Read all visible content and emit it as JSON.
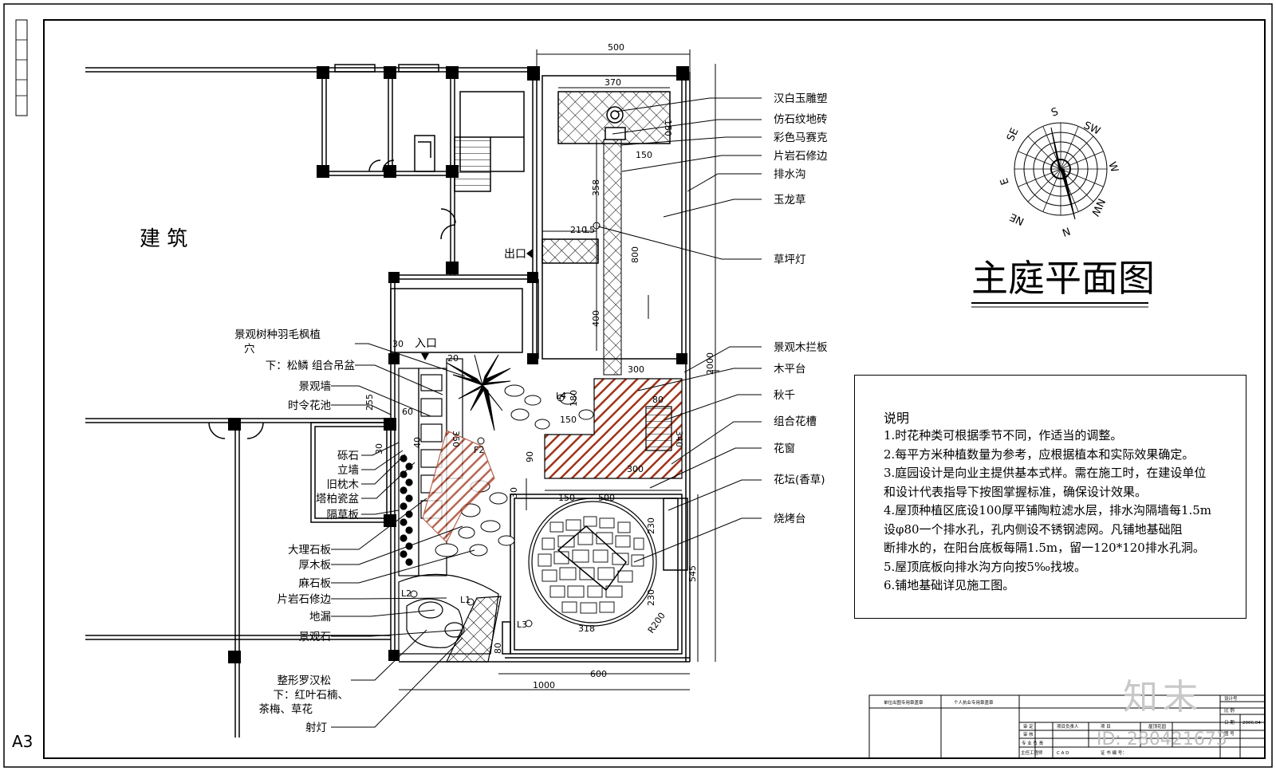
{
  "title": "主庭平面图",
  "building_label": "建  筑",
  "entrance": "入口",
  "exit": "出口",
  "sheet_size": "A3",
  "callouts_right": [
    "汉白玉雕塑",
    "仿石纹地砖",
    "彩色马赛克",
    "片岩石修边",
    "排水沟",
    "玉龙草",
    "草坪灯",
    "景观木拦板",
    "木平台",
    "秋千",
    "组合花槽",
    "花窗",
    "花坛(香草)",
    "烧烤台"
  ],
  "callouts_left": [
    "景观树种羽毛枫植",
    "穴",
    "下：松鳞    组合吊盆",
    "景观墙",
    "时令花池",
    "砾石",
    "立墙",
    "旧枕木",
    "塔柏瓷盆",
    "隔草板",
    "大理石板",
    "厚木板",
    "麻石板",
    "片岩石修边",
    "地漏",
    "景观石",
    "整形罗汉松",
    "下：红叶石楠、",
    "茶梅、草花",
    "射灯"
  ],
  "dimensions": [
    "500",
    "370",
    "150",
    "150",
    "358",
    "210",
    "800",
    "400",
    "2000",
    "300",
    "80",
    "340",
    "300",
    "150",
    "150",
    "500",
    "30",
    "90",
    "230",
    "230",
    "545",
    "R200",
    "318",
    "80",
    "600",
    "1000",
    "30",
    "255",
    "20",
    "30",
    "60",
    "40",
    "350",
    "180",
    "L5",
    "L4",
    "L2",
    "L3",
    "L1",
    "F1",
    "F2"
  ],
  "compass": [
    "S",
    "SW",
    "W",
    "NW",
    "N",
    "NE",
    "E",
    "SE"
  ],
  "notes": {
    "heading": "说明",
    "items": [
      "1.时花种类可根据季节不同，作适当的调整。",
      "2.每平方米种植数量为参考，应根据植本和实际效果确定。",
      "3.庭园设计是向业主提供基本式样。需在施工时，在建设单位",
      "   和设计代表指导下按图掌握标准，确保设计效果。",
      "4.屋顶种植区底设100厚平铺陶粒滤水层，排水沟隔墙每1.5m",
      "   设φ80一个排水孔，孔内侧设不锈钢滤网。凡铺地基础阻",
      "   断排水的，在阳台底板每隔1.5m，留一120*120排水孔洞。",
      "5.屋顶底板向排水沟方向按5‰找坡。",
      "6.铺地基础详见施工图。"
    ]
  },
  "title_block": {
    "c1": "单位出图专用章盖章",
    "c2": "个人执业专用章盖章",
    "rows": [
      "审    定",
      "审    核",
      "专 业 负 责",
      "主任工程师"
    ],
    "proj_lead": "项目负责人",
    "item_label": "项    目",
    "item_value": "屋顶花园",
    "design_no": "设计号",
    "scale": "比    例",
    "date": "日    期",
    "date_value": "2006.04",
    "drawing": "图    号",
    "cert": "证 书 编 号：",
    "cad": "C A D"
  },
  "watermarks": {
    "brand": "知末",
    "id": "ID: 280421673"
  },
  "colors": {
    "wood_hatch": "#a0341a",
    "line": "#000000"
  }
}
